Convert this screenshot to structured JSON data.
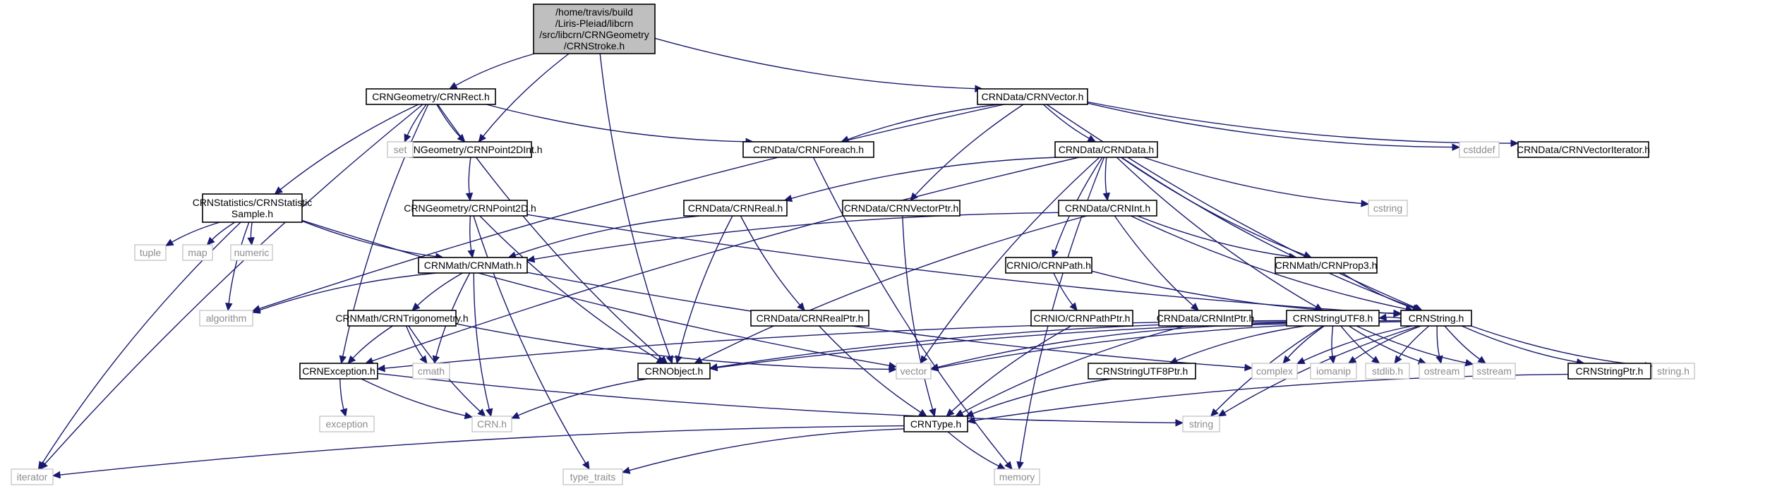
{
  "colors": {
    "edge": "#191970",
    "local_border": "#000000",
    "system_border": "#bfbfbf",
    "system_text": "#8c8c8c",
    "root_fill": "#bfbfbf"
  },
  "nodes": {
    "root": {
      "lines": [
        "/home/travis/build",
        "/Liris-Pleiad/libcrn",
        "/src/libcrn/CRNGeometry",
        "/CRNStroke.h"
      ],
      "kind": "root"
    },
    "rect": {
      "lines": [
        "CRNGeometry/CRNRect.h"
      ],
      "kind": "local"
    },
    "point2dint": {
      "lines": [
        "CRNGeometry/CRNPoint2DInt.h"
      ],
      "kind": "local"
    },
    "foreach": {
      "lines": [
        "CRNData/CRNForeach.h"
      ],
      "kind": "local"
    },
    "vectorh": {
      "lines": [
        "CRNData/CRNVector.h"
      ],
      "kind": "local"
    },
    "cstddef": {
      "lines": [
        "cstddef"
      ],
      "kind": "sys"
    },
    "vectoriter": {
      "lines": [
        "CRNData/CRNVectorIterator.h"
      ],
      "kind": "local"
    },
    "set": {
      "lines": [
        "set"
      ],
      "kind": "sys"
    },
    "datah": {
      "lines": [
        "CRNData/CRNData.h"
      ],
      "kind": "local"
    },
    "statsample": {
      "lines": [
        "CRNStatistics/CRNStatistic",
        "Sample.h"
      ],
      "kind": "local"
    },
    "point2d": {
      "lines": [
        "CRNGeometry/CRNPoint2D.h"
      ],
      "kind": "local"
    },
    "real": {
      "lines": [
        "CRNData/CRNReal.h"
      ],
      "kind": "local"
    },
    "vectorptr": {
      "lines": [
        "CRNData/CRNVectorPtr.h"
      ],
      "kind": "local"
    },
    "int": {
      "lines": [
        "CRNData/CRNInt.h"
      ],
      "kind": "local"
    },
    "cstring": {
      "lines": [
        "cstring"
      ],
      "kind": "sys"
    },
    "tuple": {
      "lines": [
        "tuple"
      ],
      "kind": "sys"
    },
    "map": {
      "lines": [
        "map"
      ],
      "kind": "sys"
    },
    "numeric": {
      "lines": [
        "numeric"
      ],
      "kind": "sys"
    },
    "crnmath": {
      "lines": [
        "CRNMath/CRNMath.h"
      ],
      "kind": "local"
    },
    "path": {
      "lines": [
        "CRNIO/CRNPath.h"
      ],
      "kind": "local"
    },
    "prop3": {
      "lines": [
        "CRNMath/CRNProp3.h"
      ],
      "kind": "local"
    },
    "algorithm": {
      "lines": [
        "algorithm"
      ],
      "kind": "sys"
    },
    "realptr": {
      "lines": [
        "CRNData/CRNRealPtr.h"
      ],
      "kind": "local"
    },
    "pathptr": {
      "lines": [
        "CRNIO/CRNPathPtr.h"
      ],
      "kind": "local"
    },
    "intptr": {
      "lines": [
        "CRNData/CRNIntPtr.h"
      ],
      "kind": "local"
    },
    "utf8": {
      "lines": [
        "CRNStringUTF8.h"
      ],
      "kind": "local"
    },
    "stringh": {
      "lines": [
        "CRNString.h"
      ],
      "kind": "local"
    },
    "trig": {
      "lines": [
        "CRNMath/CRNTrigonometry.h"
      ],
      "kind": "local"
    },
    "exception": {
      "lines": [
        "CRNException.h"
      ],
      "kind": "local"
    },
    "cmath": {
      "lines": [
        "cmath"
      ],
      "kind": "sys"
    },
    "object": {
      "lines": [
        "CRNObject.h"
      ],
      "kind": "local"
    },
    "vector": {
      "lines": [
        "vector"
      ],
      "kind": "sys"
    },
    "utf8ptr": {
      "lines": [
        "CRNStringUTF8Ptr.h"
      ],
      "kind": "local"
    },
    "complex": {
      "lines": [
        "complex"
      ],
      "kind": "sys"
    },
    "iomanip": {
      "lines": [
        "iomanip"
      ],
      "kind": "sys"
    },
    "stdlib": {
      "lines": [
        "stdlib.h"
      ],
      "kind": "sys"
    },
    "ostream": {
      "lines": [
        "ostream"
      ],
      "kind": "sys"
    },
    "sstream": {
      "lines": [
        "sstream"
      ],
      "kind": "sys"
    },
    "stringptr": {
      "lines": [
        "CRNStringPtr.h"
      ],
      "kind": "local"
    },
    "cstringh": {
      "lines": [
        "string.h"
      ],
      "kind": "sys"
    },
    "stdexception": {
      "lines": [
        "exception"
      ],
      "kind": "sys"
    },
    "crnh": {
      "lines": [
        "CRN.h"
      ],
      "kind": "sys"
    },
    "string": {
      "lines": [
        "string"
      ],
      "kind": "sys"
    },
    "type": {
      "lines": [
        "CRNType.h"
      ],
      "kind": "local"
    },
    "iterator": {
      "lines": [
        "iterator"
      ],
      "kind": "sys"
    },
    "typetraits": {
      "lines": [
        "type_traits"
      ],
      "kind": "sys"
    },
    "memory": {
      "lines": [
        "memory"
      ],
      "kind": "sys"
    }
  },
  "edges": [
    [
      "root",
      "rect"
    ],
    [
      "root",
      "point2dint"
    ],
    [
      "root",
      "object"
    ],
    [
      "root",
      "vectorh"
    ],
    [
      "rect",
      "point2dint"
    ],
    [
      "rect",
      "foreach"
    ],
    [
      "rect",
      "set"
    ],
    [
      "rect",
      "statsample"
    ],
    [
      "rect",
      "object"
    ],
    [
      "rect",
      "exception"
    ],
    [
      "rect",
      "iterator"
    ],
    [
      "point2dint",
      "point2d"
    ],
    [
      "foreach",
      "memory"
    ],
    [
      "vectorh",
      "foreach"
    ],
    [
      "vectorh",
      "cstddef"
    ],
    [
      "vectorh",
      "vectoriter"
    ],
    [
      "vectorh",
      "datah"
    ],
    [
      "vectorh",
      "vectorptr"
    ],
    [
      "vectorh",
      "stringh"
    ],
    [
      "vectorh",
      "algorithm"
    ],
    [
      "datah",
      "real"
    ],
    [
      "datah",
      "int"
    ],
    [
      "datah",
      "cstring"
    ],
    [
      "datah",
      "path"
    ],
    [
      "datah",
      "prop3"
    ],
    [
      "datah",
      "utf8"
    ],
    [
      "datah",
      "stringh"
    ],
    [
      "datah",
      "vector"
    ],
    [
      "datah",
      "memory"
    ],
    [
      "datah",
      "exception"
    ],
    [
      "statsample",
      "tuple"
    ],
    [
      "statsample",
      "map"
    ],
    [
      "statsample",
      "numeric"
    ],
    [
      "statsample",
      "algorithm"
    ],
    [
      "statsample",
      "crnmath"
    ],
    [
      "statsample",
      "vector"
    ],
    [
      "statsample",
      "iterator"
    ],
    [
      "point2d",
      "crnmath"
    ],
    [
      "point2d",
      "object"
    ],
    [
      "point2d",
      "stringh"
    ],
    [
      "point2d",
      "typetraits"
    ],
    [
      "real",
      "crnmath"
    ],
    [
      "real",
      "realptr"
    ],
    [
      "real",
      "object"
    ],
    [
      "vectorptr",
      "type"
    ],
    [
      "int",
      "crnmath"
    ],
    [
      "int",
      "prop3"
    ],
    [
      "int",
      "stringh"
    ],
    [
      "int",
      "intptr"
    ],
    [
      "int",
      "object"
    ],
    [
      "crnmath",
      "algorithm"
    ],
    [
      "crnmath",
      "trig"
    ],
    [
      "crnmath",
      "cmath"
    ],
    [
      "crnmath",
      "crnh"
    ],
    [
      "crnmath",
      "complex"
    ],
    [
      "path",
      "pathptr"
    ],
    [
      "path",
      "stringh"
    ],
    [
      "prop3",
      "stringh"
    ],
    [
      "realptr",
      "type"
    ],
    [
      "pathptr",
      "type"
    ],
    [
      "intptr",
      "type"
    ],
    [
      "utf8",
      "object"
    ],
    [
      "utf8",
      "vector"
    ],
    [
      "utf8",
      "utf8ptr"
    ],
    [
      "utf8",
      "complex"
    ],
    [
      "utf8",
      "iomanip"
    ],
    [
      "utf8",
      "stdlib"
    ],
    [
      "utf8",
      "ostream"
    ],
    [
      "utf8",
      "sstream"
    ],
    [
      "utf8",
      "string"
    ],
    [
      "utf8",
      "exception"
    ],
    [
      "stringh",
      "utf8"
    ],
    [
      "stringh",
      "object"
    ],
    [
      "stringh",
      "vector"
    ],
    [
      "stringh",
      "complex"
    ],
    [
      "stringh",
      "iomanip"
    ],
    [
      "stringh",
      "stdlib"
    ],
    [
      "stringh",
      "ostream"
    ],
    [
      "stringh",
      "sstream"
    ],
    [
      "stringh",
      "stringptr"
    ],
    [
      "stringh",
      "cstringh"
    ],
    [
      "stringh",
      "string"
    ],
    [
      "trig",
      "exception"
    ],
    [
      "trig",
      "cmath"
    ],
    [
      "trig",
      "crnh"
    ],
    [
      "trig",
      "vector"
    ],
    [
      "exception",
      "stdexception"
    ],
    [
      "exception",
      "crnh"
    ],
    [
      "exception",
      "string"
    ],
    [
      "object",
      "crnh"
    ],
    [
      "utf8ptr",
      "type"
    ],
    [
      "stringptr",
      "type"
    ],
    [
      "type",
      "iterator"
    ],
    [
      "type",
      "typetraits"
    ],
    [
      "type",
      "memory"
    ]
  ]
}
